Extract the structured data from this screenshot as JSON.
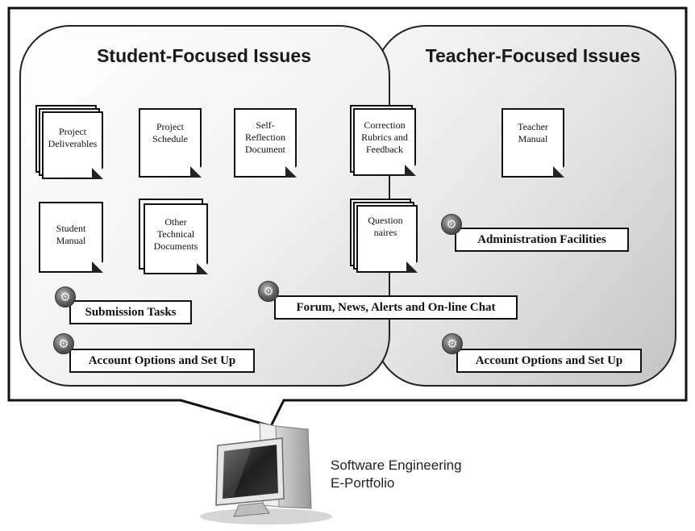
{
  "student_panel": {
    "title": "Student-Focused Issues"
  },
  "teacher_panel": {
    "title": "Teacher-Focused Issues"
  },
  "documents": {
    "project_deliverables": [
      "Project",
      "Deliverables"
    ],
    "project_schedule": [
      "Project",
      "Schedule"
    ],
    "self_reflection": [
      "Self-",
      "Reflection",
      "Document"
    ],
    "correction_rubrics": [
      "Correction",
      "Rubrics and",
      "Feedback"
    ],
    "teacher_manual": [
      "Teacher",
      "Manual"
    ],
    "student_manual": [
      "Student",
      "Manual"
    ],
    "other_technical": [
      "Other",
      "Technical",
      "Documents"
    ],
    "questionnaires": [
      "Question",
      "naires"
    ]
  },
  "features": {
    "submission_tasks": "Submission Tasks",
    "account_options_student": "Account Options and Set Up",
    "forum_news": "Forum, News, Alerts and On-line Chat",
    "administration": "Administration Facilities",
    "account_options_teacher": "Account Options and Set Up"
  },
  "icons": {
    "gear": "gear-icon",
    "computer": "computer-icon"
  },
  "caption": [
    "Software Engineering",
    "E-Portfolio"
  ]
}
